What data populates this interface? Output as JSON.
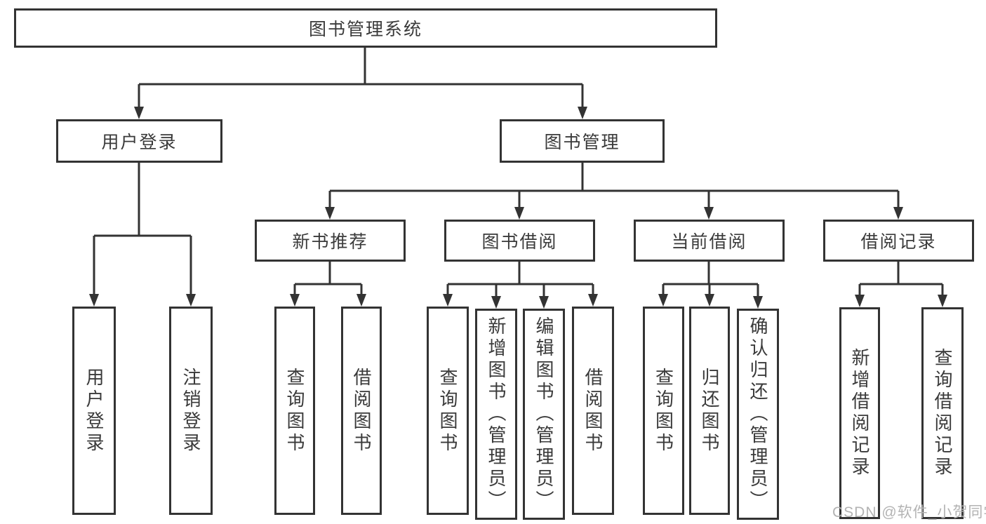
{
  "diagram": {
    "title": "图书管理系统",
    "type": "hierarchy-tree",
    "colors": {
      "line": "#333333",
      "text": "#3a3a3a",
      "background": "#ffffff",
      "watermark": "#b3b3b3"
    },
    "nodes": {
      "root": "图书管理系统",
      "user_login": "用户登录",
      "book_mgmt": "图书管理",
      "new_book_rec": "新书推荐",
      "book_borrow": "图书借阅",
      "current_borrow": "当前借阅",
      "borrow_record": "借阅记录",
      "user_login_leaf": "用户登录",
      "logout_leaf": "注销登录",
      "query_book_a": "查询图书",
      "borrow_book_a": "借阅图书",
      "query_book_b": "查询图书",
      "add_book_admin": "新增图书（管理员）",
      "edit_book_admin": "编辑图书（管理员）",
      "borrow_book_b": "借阅图书",
      "query_book_c": "查询图书",
      "return_book": "归还图书",
      "confirm_return_admin": "确认归还（管理员）",
      "add_borrow_record": "新增借阅记录",
      "query_borrow_record": "查询借阅记录"
    },
    "edges": [
      [
        "图书管理系统",
        "用户登录"
      ],
      [
        "图书管理系统",
        "图书管理"
      ],
      [
        "用户登录",
        "用户登录(叶)"
      ],
      [
        "用户登录",
        "注销登录"
      ],
      [
        "图书管理",
        "新书推荐"
      ],
      [
        "图书管理",
        "图书借阅"
      ],
      [
        "图书管理",
        "当前借阅"
      ],
      [
        "图书管理",
        "借阅记录"
      ],
      [
        "新书推荐",
        "查询图书"
      ],
      [
        "新书推荐",
        "借阅图书"
      ],
      [
        "图书借阅",
        "查询图书"
      ],
      [
        "图书借阅",
        "新增图书（管理员）"
      ],
      [
        "图书借阅",
        "编辑图书（管理员）"
      ],
      [
        "图书借阅",
        "借阅图书"
      ],
      [
        "当前借阅",
        "查询图书"
      ],
      [
        "当前借阅",
        "归还图书"
      ],
      [
        "当前借阅",
        "确认归还（管理员）"
      ],
      [
        "借阅记录",
        "新增借阅记录"
      ],
      [
        "借阅记录",
        "查询借阅记录"
      ]
    ],
    "watermark": "CSDN @软件_小贺同学"
  }
}
